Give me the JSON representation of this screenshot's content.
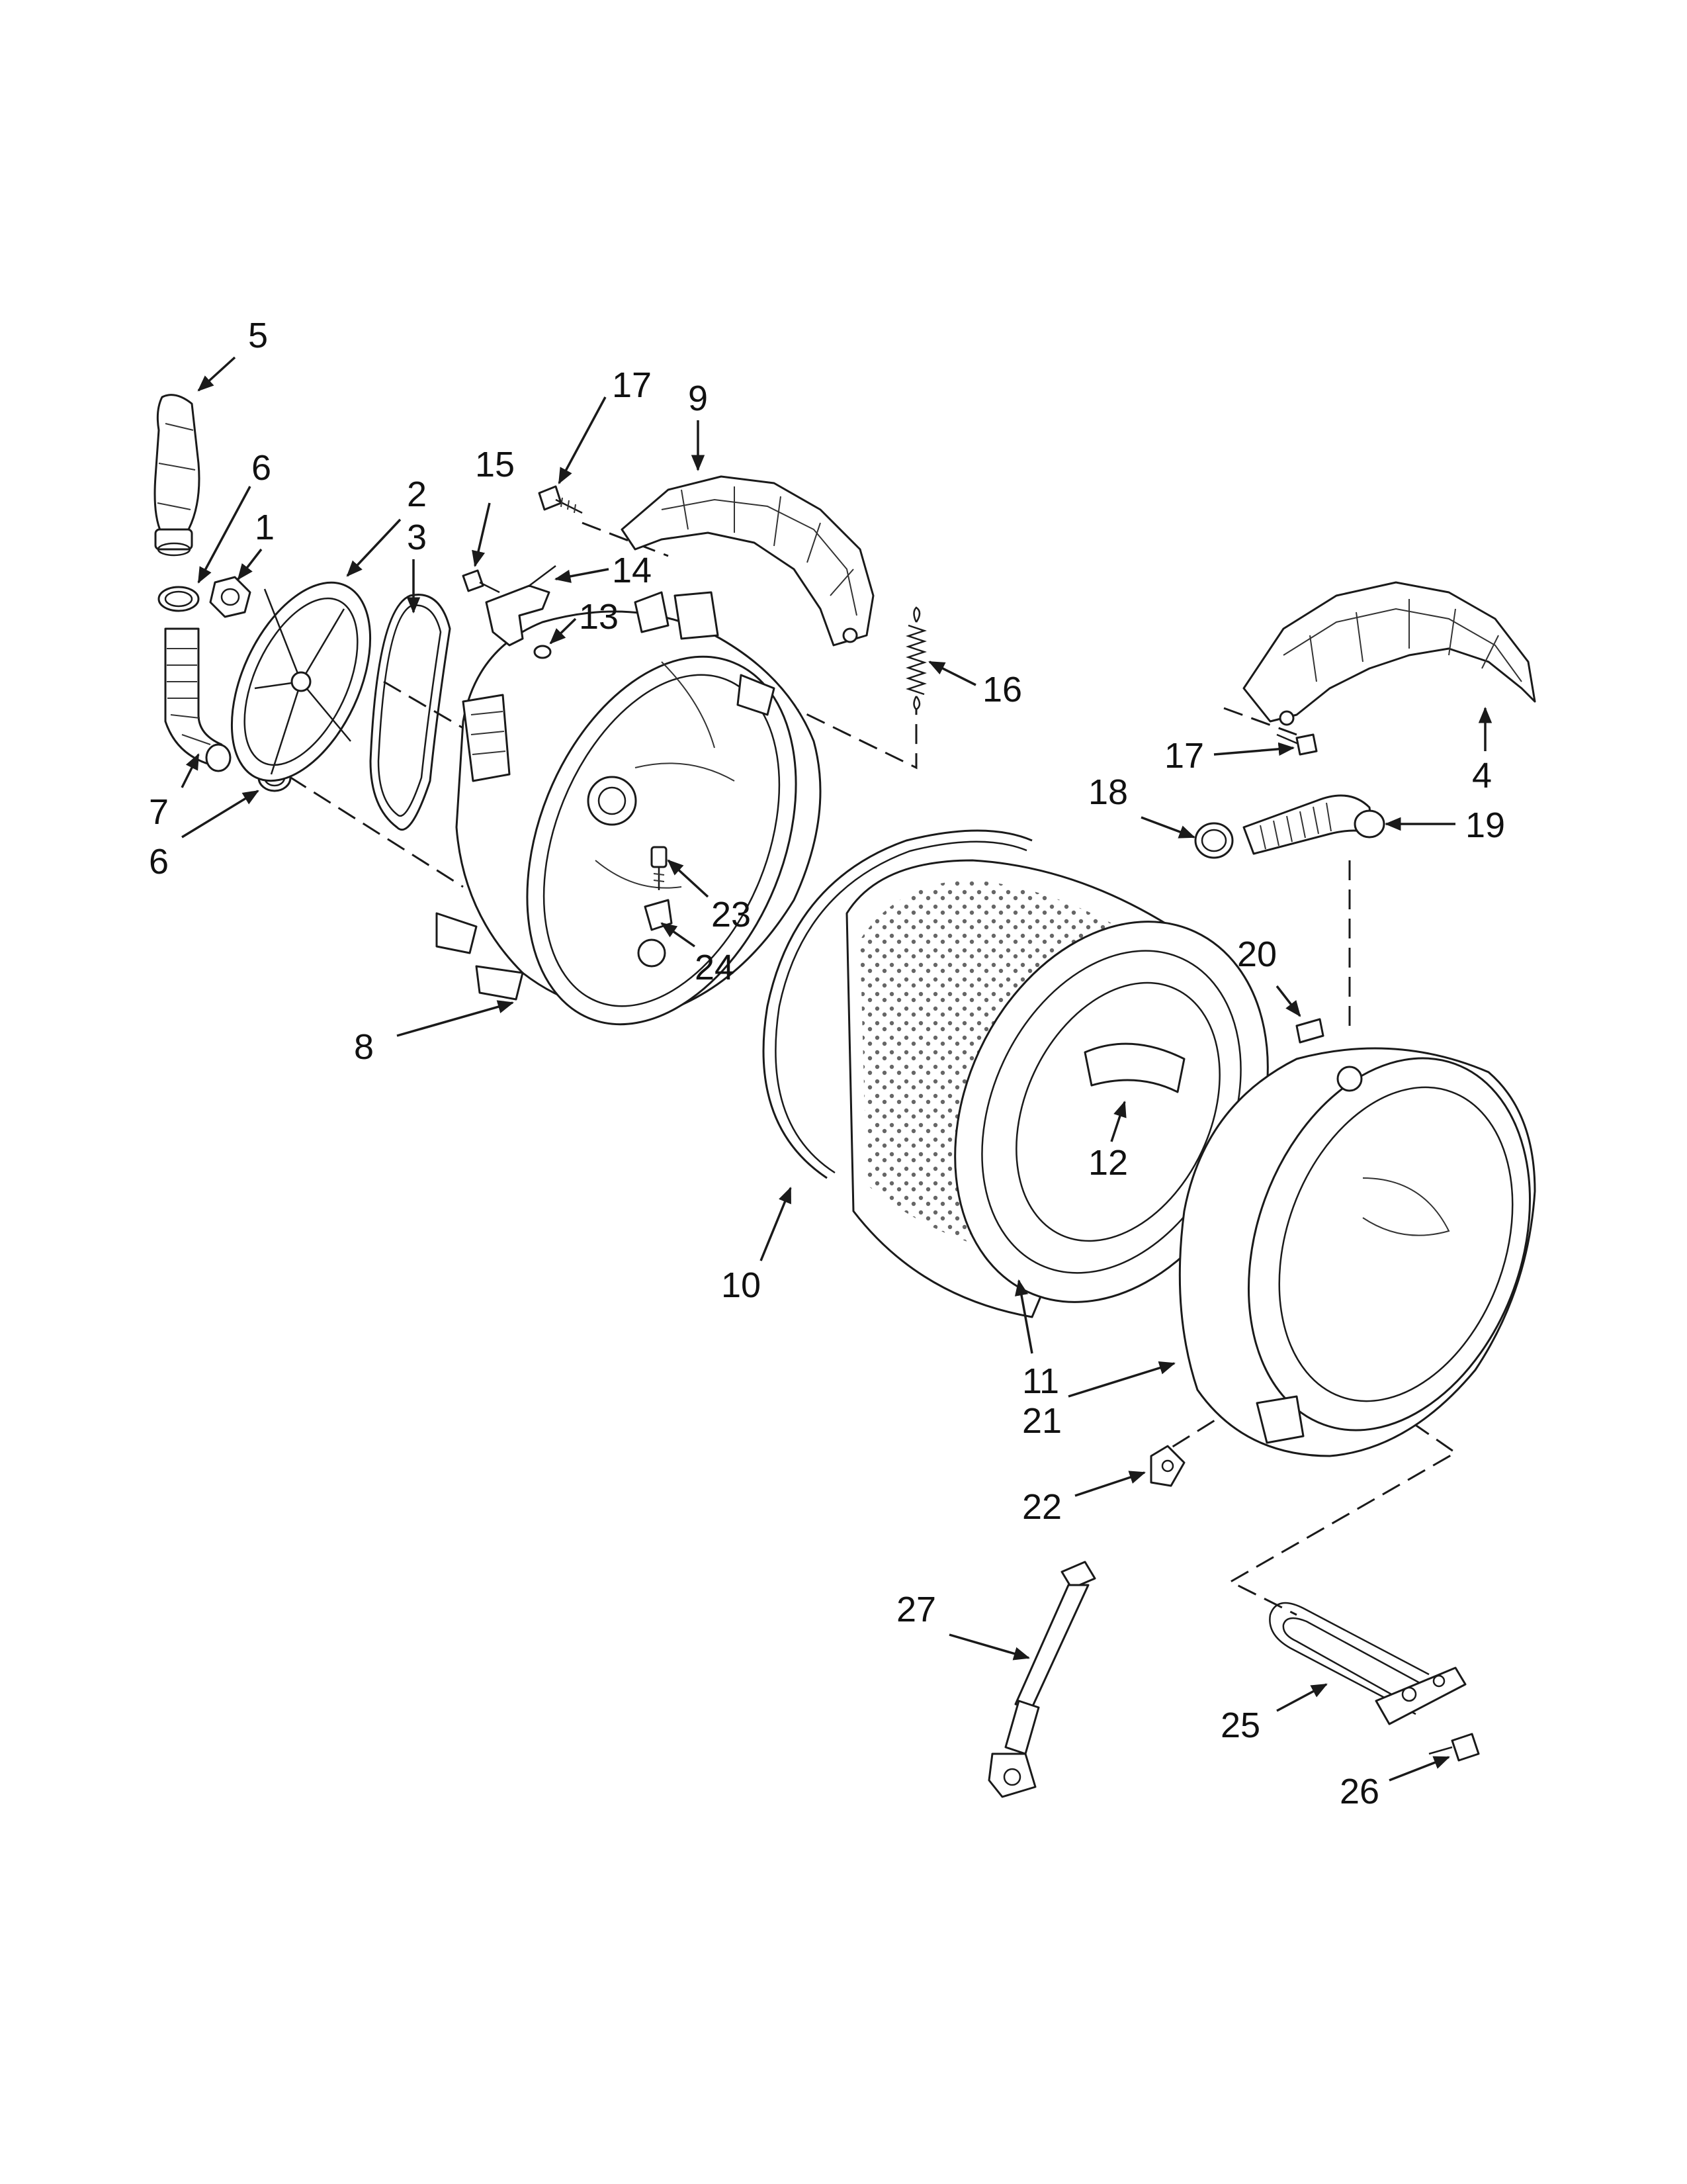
{
  "callouts": [
    {
      "id": "c5",
      "text": "5"
    },
    {
      "id": "c6a",
      "text": "6"
    },
    {
      "id": "c1",
      "text": "1"
    },
    {
      "id": "c2",
      "text": "2"
    },
    {
      "id": "c3",
      "text": "3"
    },
    {
      "id": "c15",
      "text": "15"
    },
    {
      "id": "c17a",
      "text": "17"
    },
    {
      "id": "c9",
      "text": "9"
    },
    {
      "id": "c14",
      "text": "14"
    },
    {
      "id": "c13",
      "text": "13"
    },
    {
      "id": "c16",
      "text": "16"
    },
    {
      "id": "c7",
      "text": "7"
    },
    {
      "id": "c6b",
      "text": "6"
    },
    {
      "id": "c23",
      "text": "23"
    },
    {
      "id": "c24",
      "text": "24"
    },
    {
      "id": "c8",
      "text": "8"
    },
    {
      "id": "c17b",
      "text": "17"
    },
    {
      "id": "c4",
      "text": "4"
    },
    {
      "id": "c18",
      "text": "18"
    },
    {
      "id": "c19",
      "text": "19"
    },
    {
      "id": "c20",
      "text": "20"
    },
    {
      "id": "c12",
      "text": "12"
    },
    {
      "id": "c10",
      "text": "10"
    },
    {
      "id": "c11a",
      "text": "11"
    },
    {
      "id": "c21",
      "text": "21"
    },
    {
      "id": "c22",
      "text": "22"
    },
    {
      "id": "c27",
      "text": "27"
    },
    {
      "id": "c25",
      "text": "25"
    },
    {
      "id": "c26",
      "text": "26"
    }
  ]
}
